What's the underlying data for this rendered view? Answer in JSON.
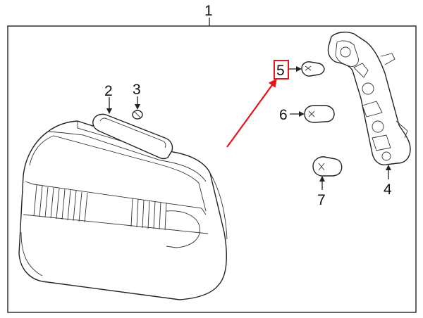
{
  "diagram": {
    "callouts": {
      "c1": "1",
      "c2": "2",
      "c3": "3",
      "c4": "4",
      "c5": "5",
      "c6": "6",
      "c7": "7"
    },
    "highlight_color": "#e8141b",
    "line_color": "#222222"
  }
}
